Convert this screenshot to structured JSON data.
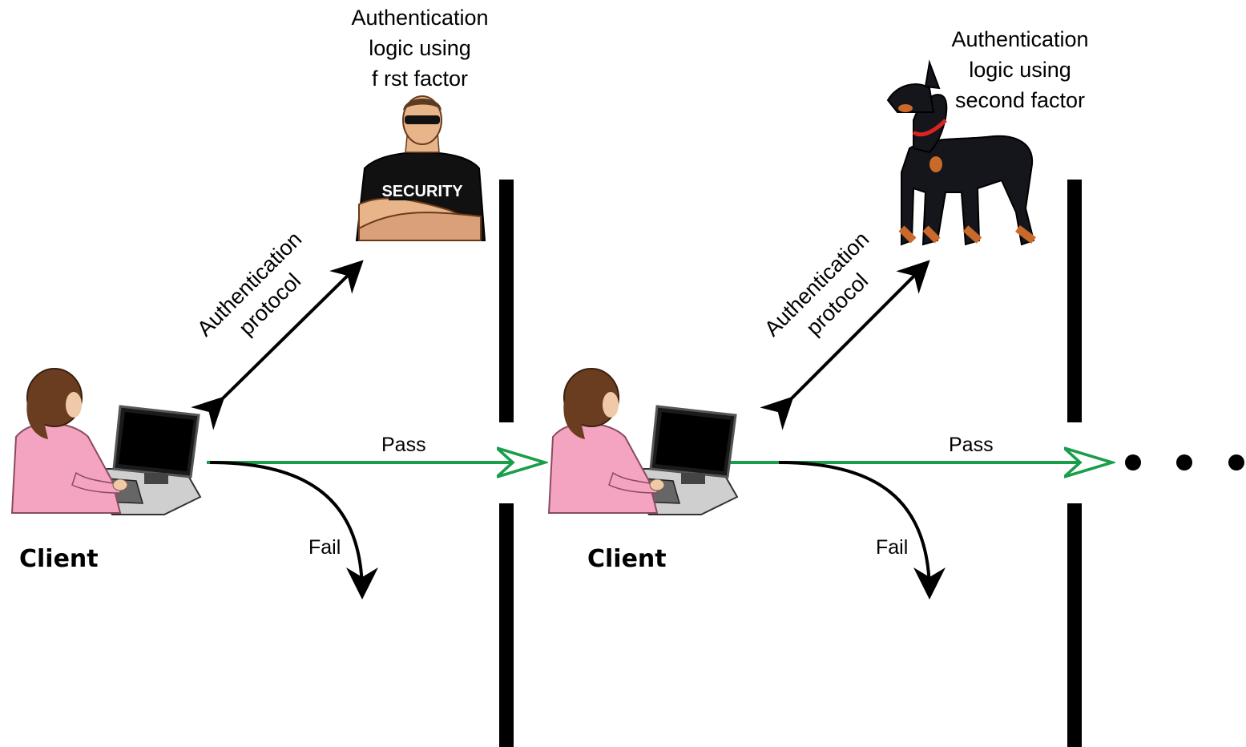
{
  "stage1": {
    "authenticator_label": "Authentication\nlogic using\nf rst factor",
    "authenticator_icon": "security-guard-icon",
    "protocol_label": "Authentication\nprotocol",
    "client_label": "Client",
    "client_icon": "user-at-computer-icon",
    "pass_label": "Pass",
    "fail_label": "Fail"
  },
  "stage2": {
    "authenticator_label": "Authentication\nlogic using\nsecond factor",
    "authenticator_icon": "guard-dog-icon",
    "protocol_label": "Authentication\nprotocol",
    "client_label": "Client",
    "client_icon": "user-at-computer-icon",
    "pass_label": "Pass",
    "fail_label": "Fail"
  },
  "colors": {
    "pass_arrow": "#1a9e4a",
    "barrier": "#000000",
    "client_shirt": "#f4a3c0",
    "client_hair": "#6b3d20",
    "security_shirt": "#111111",
    "dog_body": "#15151c",
    "dog_tan": "#c96a2a"
  },
  "continuation_icon": "ellipsis-dots-icon"
}
